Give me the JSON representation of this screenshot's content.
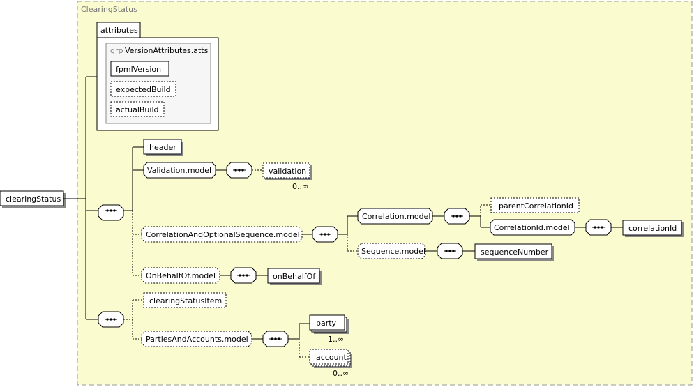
{
  "diagram": {
    "container_label": "ClearingStatus",
    "root": "clearingStatus",
    "attributes_tab": "attributes",
    "attribute_group": {
      "prefix": "grp",
      "name": "VersionAttributes.atts",
      "items": [
        "fpmlVersion",
        "expectedBuild",
        "actualBuild"
      ]
    },
    "nodes": {
      "header": "header",
      "validation_model": "Validation.model",
      "validation": "validation",
      "validation_card": "0..∞",
      "corr_opt_seq_model": "CorrelationAndOptionalSequence.model",
      "correlation_model": "Correlation.model",
      "parent_correlation_id": "parentCorrelationId",
      "correlation_id_model": "CorrelationId.model",
      "correlation_id": "correlationId",
      "sequence_model": "Sequence.model",
      "sequence_number": "sequenceNumber",
      "on_behalf_of_model": "OnBehalfOf.model",
      "on_behalf_of": "onBehalfOf",
      "clearing_status_item": "clearingStatusItem",
      "parties_and_accounts_model": "PartiesAndAccounts.model",
      "party": "party",
      "party_card": "1..∞",
      "account": "account",
      "account_card": "0..∞"
    }
  },
  "colors": {
    "container_fill": "#fbfbd0",
    "container_border": "#999999",
    "element_fill": "#ffffff",
    "line": "#000000"
  }
}
